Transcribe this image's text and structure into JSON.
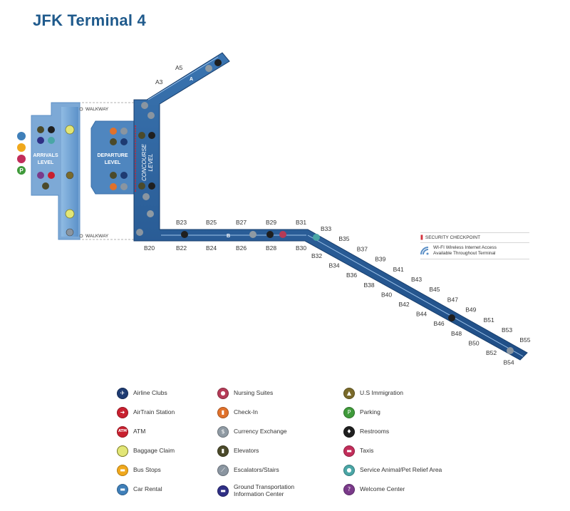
{
  "title": "JFK Terminal 4",
  "map": {
    "arrivals_label_1": "ARRIVALS",
    "arrivals_label_2": "LEVEL",
    "departure_label_1": "DEPARTURE",
    "departure_label_2": "LEVEL",
    "concourse_label_1": "CONCOURSE",
    "concourse_label_2": "LEVEL",
    "walkway_top": "WALKWAY",
    "walkway_bottom": "WALKWAY",
    "concourse_a": "A",
    "concourse_b": "B",
    "gates_a": [
      "A3",
      "A5"
    ],
    "gates_b_top": [
      "B23",
      "B25",
      "B27",
      "B29",
      "B31"
    ],
    "gates_b_bottom": [
      "B20",
      "B22",
      "B24",
      "B26",
      "B28",
      "B30"
    ],
    "gates_b_diag_right": [
      "B33",
      "B35",
      "B37",
      "B39",
      "B41",
      "B43",
      "B45",
      "B47",
      "B49",
      "B51",
      "B53",
      "B55"
    ],
    "gates_b_diag_left": [
      "B32",
      "B34",
      "B36",
      "B38",
      "B40",
      "B42",
      "B44",
      "B46",
      "B48",
      "B50",
      "B52",
      "B54"
    ]
  },
  "info_panel": {
    "security": "SECURITY CHECKPOINT",
    "wifi": "WI-FI Wireless Internet Access\nAvailable Throughout Terminal"
  },
  "legend": [
    {
      "label": "Airline Clubs",
      "icon": "airline-clubs-icon",
      "color": "#1e3b72",
      "glyph": "✈"
    },
    {
      "label": "AirTrain Station",
      "icon": "airtrain-icon",
      "color": "#c8202f",
      "glyph": "➜"
    },
    {
      "label": "ATM",
      "icon": "atm-icon",
      "color": "#c8202f",
      "glyph": "ATM"
    },
    {
      "label": "Baggage Claim",
      "icon": "baggage-claim-icon",
      "color": "#e2e676",
      "glyph": ""
    },
    {
      "label": "Bus Stops",
      "icon": "bus-stop-icon",
      "color": "#f0a81c",
      "glyph": "▬"
    },
    {
      "label": "Car Rental",
      "icon": "car-rental-icon",
      "color": "#3f7fb9",
      "glyph": "▬"
    },
    {
      "label": "Nursing Suites",
      "icon": "nursing-suite-icon",
      "color": "#b53b57",
      "glyph": "●"
    },
    {
      "label": "Check-In",
      "icon": "check-in-icon",
      "color": "#e0712b",
      "glyph": "▮"
    },
    {
      "label": "Currency Exchange",
      "icon": "currency-exchange-icon",
      "color": "#8f9aa3",
      "glyph": "$"
    },
    {
      "label": "Elevators",
      "icon": "elevator-icon",
      "color": "#4b4a2a",
      "glyph": "▮"
    },
    {
      "label": "Escalators/Stairs",
      "icon": "escalator-icon",
      "color": "#8a95a0",
      "glyph": "⟋"
    },
    {
      "label": "Ground Transportation\nInformation Center",
      "icon": "ground-transport-icon",
      "color": "#2f2f85",
      "glyph": "▬"
    },
    {
      "label": "U.S Immigration",
      "icon": "immigration-icon",
      "color": "#7a6a2a",
      "glyph": "▲"
    },
    {
      "label": "Parking",
      "icon": "parking-icon",
      "color": "#3f9a3a",
      "glyph": "P"
    },
    {
      "label": "Restrooms",
      "icon": "restroom-icon",
      "color": "#1f1f1f",
      "glyph": "♦"
    },
    {
      "label": "Taxis",
      "icon": "taxi-icon",
      "color": "#c22d5a",
      "glyph": "▬"
    },
    {
      "label": "Service Animal/Pet Relief Area",
      "icon": "pet-relief-icon",
      "color": "#4aa6a6",
      "glyph": "●"
    },
    {
      "label": "Welcome Center",
      "icon": "welcome-center-icon",
      "color": "#7a3a8a",
      "glyph": "?"
    }
  ]
}
